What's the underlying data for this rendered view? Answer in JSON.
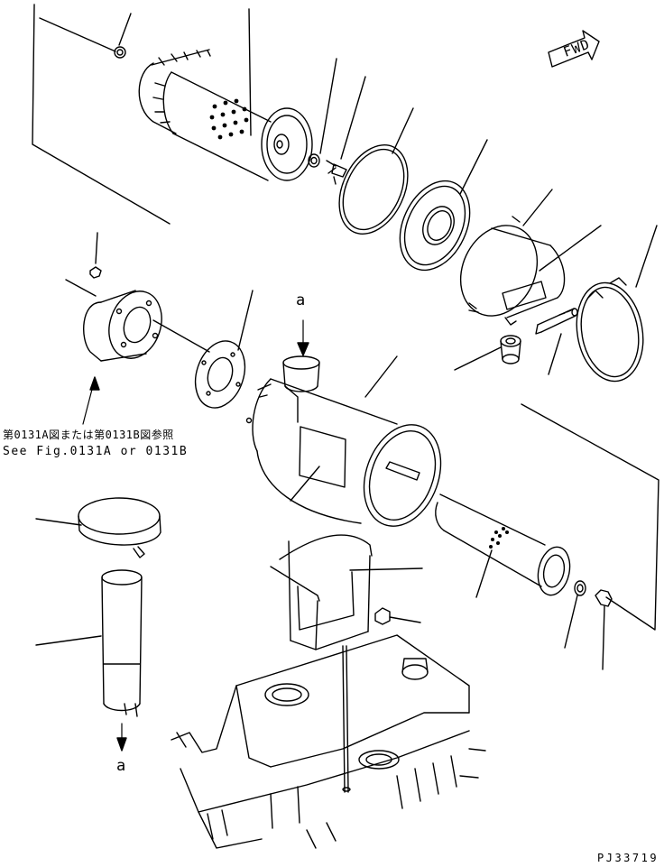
{
  "diagram": {
    "reference_note_jp": "第0131A図または第0131B図参照",
    "reference_note_en": "See Fig.0131A or 0131B",
    "callout_a_top": "a",
    "callout_a_bottom": "a",
    "direction_arrow": "FWD",
    "drawing_code": "PJ33719"
  }
}
